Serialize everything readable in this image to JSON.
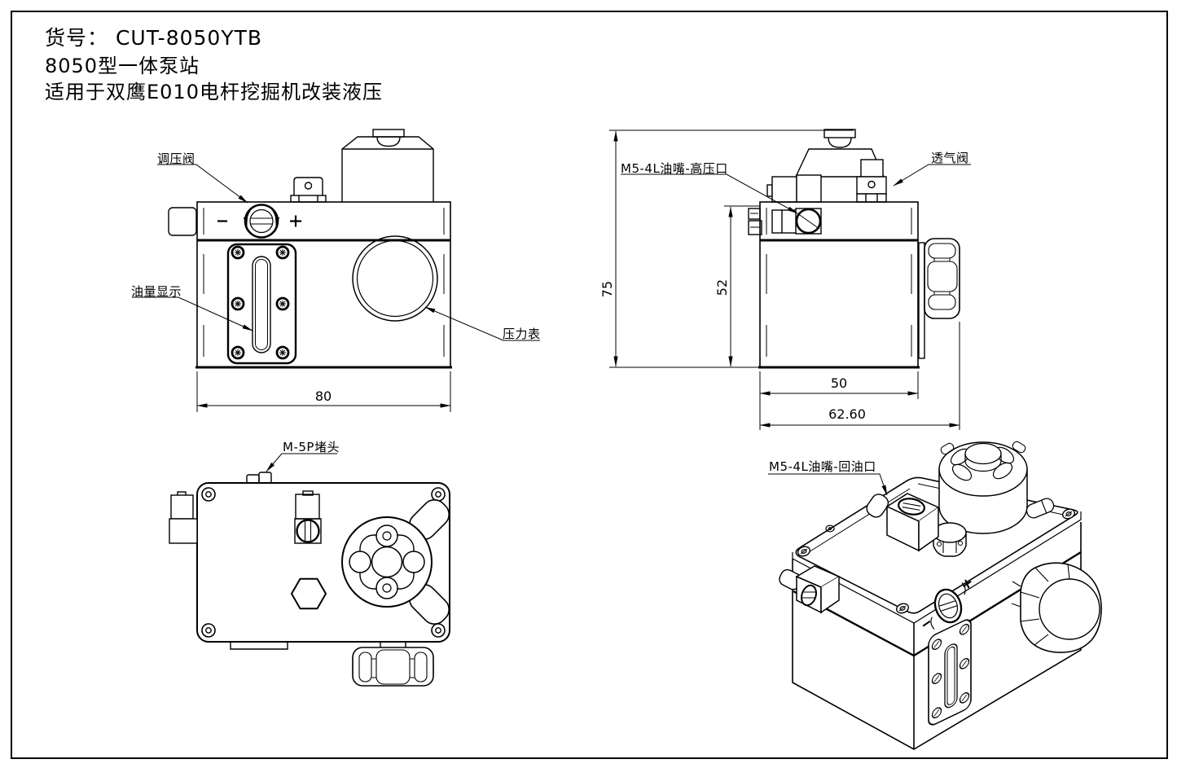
{
  "colors": {
    "background": "#ffffff",
    "line": "#000000"
  },
  "title_block": {
    "item_number_line": "货号：  CUT-8050YTB",
    "model_line": "8050型一体泵站",
    "application_line": "适用于双鹰E010电杆挖掘机改装液压"
  },
  "front_view": {
    "regulator_valve_label": "调压阀",
    "oil_level_label": "油量显示",
    "pressure_gauge_label": "压力表",
    "width_dim": "80"
  },
  "side_view": {
    "hp_port_label": "M5-4L油嘴-高压口",
    "breather_valve_label": "透气阀",
    "total_height_dim": "75",
    "body_height_dim": "52",
    "tank_width_dim": "50",
    "total_width_dim": "62.60"
  },
  "top_view": {
    "plug_label": "M-5P堵头"
  },
  "iso_view": {
    "return_port_label": "M5-4L油嘴-回油口"
  }
}
